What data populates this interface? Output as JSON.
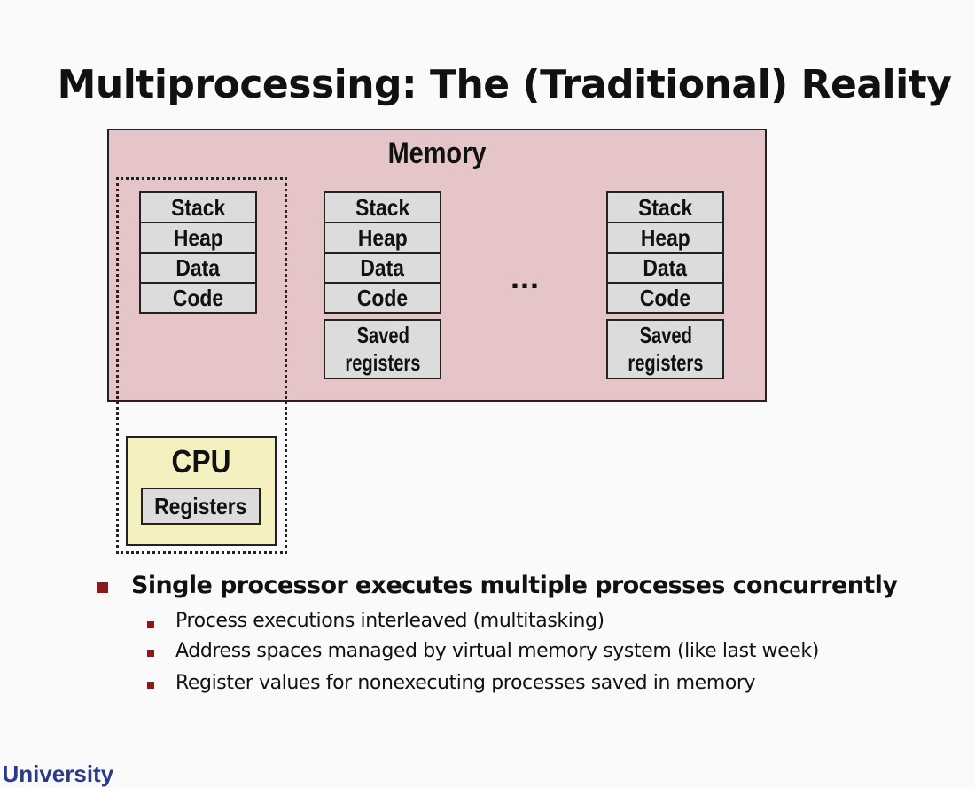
{
  "slide": {
    "title": "Multiprocessing: The (Traditional) Reality",
    "memory_label": "Memory",
    "ellipsis": "...",
    "processes": [
      {
        "cells": [
          "Stack",
          "Heap",
          "Data",
          "Code"
        ]
      },
      {
        "cells": [
          "Stack",
          "Heap",
          "Data",
          "Code"
        ],
        "saved": [
          "Saved",
          "registers"
        ]
      },
      {
        "cells": [
          "Stack",
          "Heap",
          "Data",
          "Code"
        ],
        "saved": [
          "Saved",
          "registers"
        ]
      }
    ],
    "cpu": {
      "label": "CPU",
      "registers": "Registers"
    },
    "bullets": {
      "main": "Single processor executes multiple processes concurrently",
      "sub": [
        "Process executions interleaved (multitasking)",
        "Address spaces managed by virtual memory system (like last week)",
        "Register values for nonexecuting processes saved in memory"
      ]
    },
    "footer": "l University"
  },
  "colors": {
    "memory_fill": "#e6c5c9",
    "cpu_fill": "#f4f0bf",
    "cell_fill": "#dcdcdc",
    "bullet_accent": "#8b1a1a",
    "footer_text": "#2a3a8a"
  }
}
